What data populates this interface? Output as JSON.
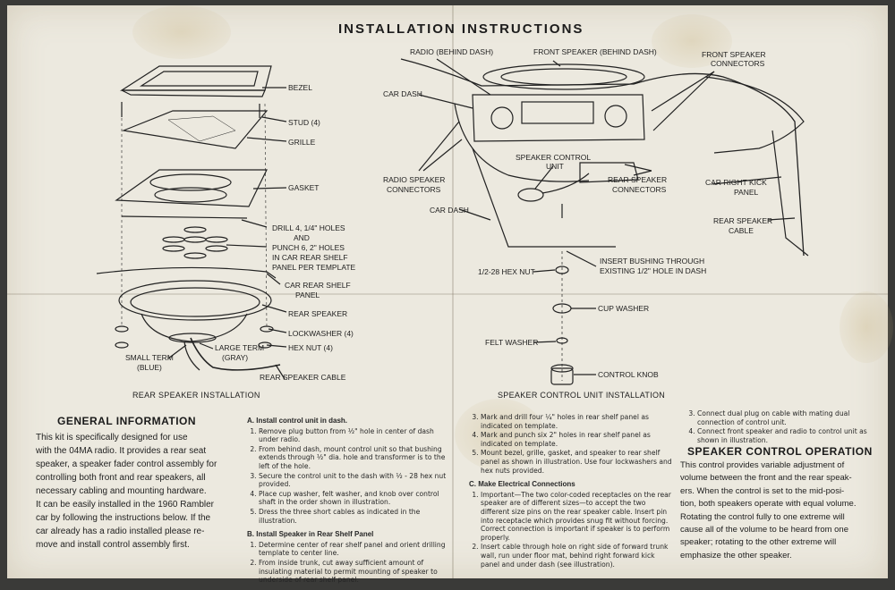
{
  "title": "INSTALLATION INSTRUCTIONS",
  "left_diagram": {
    "labels": [
      "BEZEL",
      "STUD (4)",
      "GRILLE",
      "GASKET",
      "DRILL 4, 1/4\" HOLES",
      "AND",
      "PUNCH 6, 2\" HOLES",
      "IN CAR REAR SHELF",
      "PANEL PER TEMPLATE",
      "CAR REAR SHELF",
      "PANEL",
      "REAR SPEAKER",
      "LOCKWASHER (4)",
      "HEX NUT (4)",
      "LARGE TERM",
      "(GRAY)",
      "SMALL TERM",
      "(BLUE)",
      "REAR SPEAKER CABLE"
    ],
    "caption": "REAR SPEAKER INSTALLATION"
  },
  "right_diagram": {
    "labels": [
      "RADIO (BEHIND DASH)",
      "FRONT SPEAKER (BEHIND DASH)",
      "FRONT SPEAKER",
      "CONNECTORS",
      "CAR DASH",
      "SPEAKER CONTROL",
      "UNIT",
      "RADIO SPEAKER",
      "CONNECTORS",
      "REAR SPEAKER",
      "CONNECTORS",
      "CAR RIGHT KICK",
      "PANEL",
      "CAR DASH",
      "REAR SPEAKER",
      "CABLE",
      "INSERT BUSHING THROUGH",
      "EXISTING 1/2\" HOLE IN DASH",
      "1/2-28 HEX NUT",
      "CUP WASHER",
      "FELT WASHER",
      "CONTROL KNOB"
    ],
    "caption": "SPEAKER CONTROL UNIT INSTALLATION"
  },
  "general_info": {
    "heading": "GENERAL INFORMATION",
    "lines": [
      "This kit is specifically designed for use",
      "with the 04MA radio. It provides a rear seat",
      "speaker, a speaker fader control assembly for",
      "controlling both front and rear speakers, all",
      "necessary cabling and mounting hardware.",
      "It can be easily installed in the 1960 Rambler",
      "car by following the instructions below. If the",
      "car already has a radio installed please re-",
      "move and install control assembly first."
    ]
  },
  "col1": {
    "a_heading": "A. Install control unit in dash.",
    "a_steps": [
      "Remove plug button from ½\" hole in center of dash under radio.",
      "From behind dash, mount control unit so that bushing extends through ½\" dia. hole and transformer is to the left of the hole.",
      "Secure the control unit to the dash with ½ - 28 hex nut provided.",
      "Place cup washer, felt washer, and knob over control shaft in the order shown in illustration.",
      "Dress the three short cables as indicated in the illustration."
    ],
    "b_heading": "B. Install Speaker in Rear Shelf Panel",
    "b_steps": [
      "Determine center of rear shelf panel and orient drilling template to center line.",
      "From inside trunk, cut away sufficient amount of insulating material to permit mounting of speaker to underside of rear shelf panel."
    ]
  },
  "col2": {
    "b_steps": [
      "Mark and drill four ¼\" holes in rear shelf panel as indicated on template.",
      "Mark and punch six 2\" holes in rear shelf panel as indicated on template.",
      "Mount bezel, grille, gasket, and speaker to rear shelf panel as shown in illustration. Use four lockwashers and hex nuts provided."
    ],
    "c_heading": "C. Make Electrical Connections",
    "c_steps": [
      "Important—The two color-coded receptacles on the rear speaker are of different sizes—to accept the two different size pins on the rear speaker cable. Insert pin into receptacle which provides snug fit without forcing. Correct connection is important if speaker is to perform properly.",
      "Insert cable through hole on right side of forward trunk wall, run under floor mat, behind right forward kick panel and under dash (see illustration)."
    ]
  },
  "col3": {
    "c_steps": [
      "Connect dual plug on cable with mating dual connection of control unit.",
      "Connect front speaker and radio to control unit as shown in illustration."
    ]
  },
  "operation": {
    "heading": "SPEAKER CONTROL OPERATION",
    "lines": [
      "This control provides variable adjustment of",
      "volume between the front and the rear speak-",
      "ers. When the control is set to the mid-posi-",
      "tion, both speakers operate with equal volume.",
      "Rotating the control fully to one extreme will",
      "cause all of the volume to be heard from one",
      "speaker; rotating to the other extreme will",
      "emphasize the other speaker."
    ]
  }
}
